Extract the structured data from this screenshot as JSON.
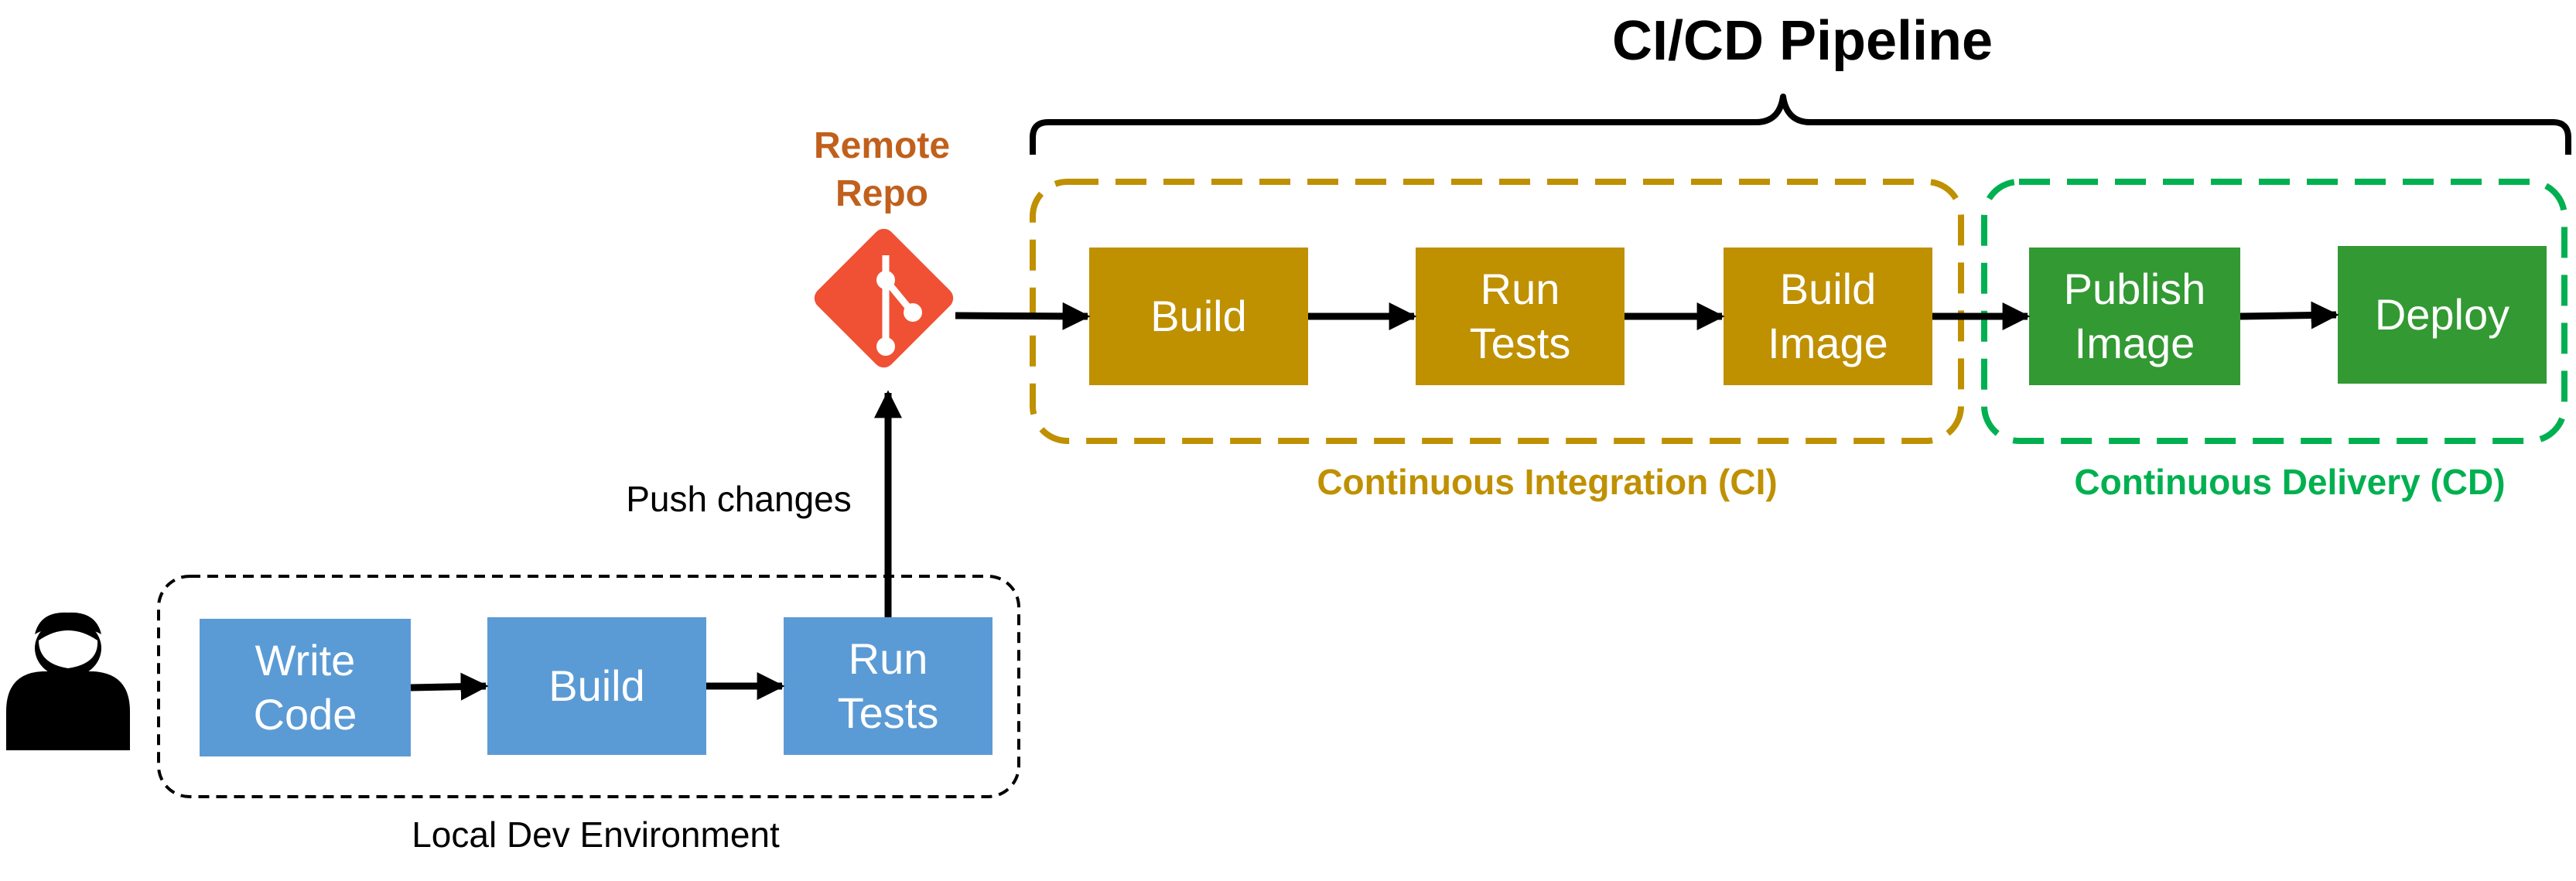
{
  "title": "CI/CD Pipeline",
  "remote_repo": {
    "line1": "Remote",
    "line2": "Repo",
    "icon": "git-icon"
  },
  "push_label": "Push changes",
  "local_env": {
    "label": "Local Dev Environment",
    "steps": [
      {
        "line1": "Write",
        "line2": "Code"
      },
      {
        "line1": "Build",
        "line2": ""
      },
      {
        "line1": "Run",
        "line2": "Tests"
      }
    ]
  },
  "ci": {
    "label": "Continuous Integration (CI)",
    "steps": [
      {
        "line1": "Build",
        "line2": ""
      },
      {
        "line1": "Run",
        "line2": "Tests"
      },
      {
        "line1": "Build",
        "line2": "Image"
      }
    ]
  },
  "cd": {
    "label": "Continuous Delivery (CD)",
    "steps": [
      {
        "line1": "Publish",
        "line2": "Image"
      },
      {
        "line1": "Deploy",
        "line2": ""
      }
    ]
  },
  "colors": {
    "local": "#5b9bd5",
    "ci": "#bf9000",
    "cd": "#339933",
    "cd_border": "#00b050",
    "remote": "#c0601c",
    "git": "#f05033"
  }
}
